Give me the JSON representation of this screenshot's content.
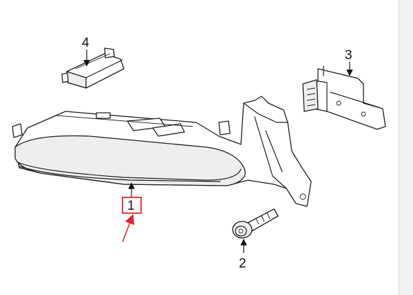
{
  "callouts": [
    {
      "id": "1",
      "label": "1"
    },
    {
      "id": "2",
      "label": "2"
    },
    {
      "id": "3",
      "label": "3"
    },
    {
      "id": "4",
      "label": "4"
    }
  ],
  "highlight": {
    "target_label": "1",
    "box_color": "#e0242a",
    "arrow_color": "#e0242a"
  }
}
